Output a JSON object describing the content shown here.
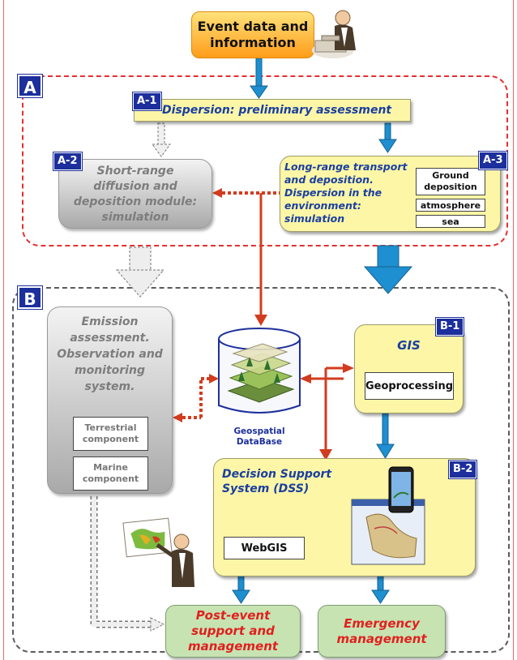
{
  "event": {
    "label": "Event data and\ninformation"
  },
  "region_a": {
    "label": "A"
  },
  "region_b": {
    "label": "B"
  },
  "a1": {
    "tag": "A-1",
    "title": "Dispersion: preliminary assessment"
  },
  "a2": {
    "tag": "A-2",
    "title": "Short-range\ndiffusion and\ndeposition module:\nsimulation"
  },
  "a3": {
    "tag": "A-3",
    "title": "Long-range transport\nand deposition.\nDispersion in the\nenvironment:\nsimulation",
    "items": [
      "Ground\ndeposition",
      "atmosphere",
      "sea"
    ]
  },
  "emission": {
    "title": "Emission\nassessment.\nObservation and\nmonitoring\nsystem.",
    "items": [
      "Terrestrial\ncomponent",
      "Marine\ncomponent"
    ]
  },
  "database": {
    "label": "Geospatial\nDataBase"
  },
  "b1": {
    "tag": "B-1",
    "title": "GIS",
    "item": "Geoprocessing"
  },
  "b2": {
    "tag": "B-2",
    "title": "Decision Support\nSystem (DSS)",
    "item": "WebGIS"
  },
  "post_event": {
    "label": "Post-event\nsupport and\nmanagement"
  },
  "emergency": {
    "label": "Emergency\nmanagement"
  },
  "colors": {
    "blue_label": "#1d2f9c",
    "red_dashed": "#e53030",
    "yellow": "#fcf6a6",
    "green": "#c7e3b2",
    "arrow_blue": "#1e8fd0",
    "arrow_red": "#d23c1e"
  }
}
